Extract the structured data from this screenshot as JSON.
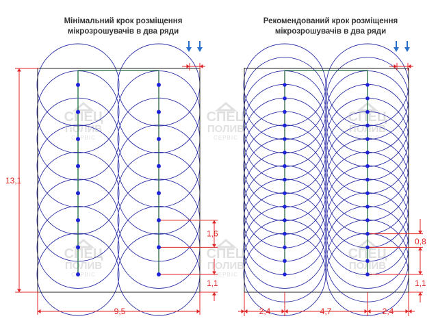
{
  "left_panel": {
    "title_line1": "Мінімальний крок розміщення",
    "title_line2": "мікрозрошувачів в два ряди",
    "dim_height": "13,1",
    "dim_width": "9,5",
    "dim_step": "1,6",
    "dim_edge": "1,1",
    "emitters_per_row": 8,
    "rows": 2
  },
  "right_panel": {
    "title_line1": "Рекомендований крок розміщення",
    "title_line2": "мікрозрошувачів в два ряди",
    "dim_step": "0,8",
    "dim_edge": "1,1",
    "dim_left": "2,4",
    "dim_middle": "4,7",
    "dim_right": "2,4",
    "emitters_per_row": 15,
    "rows": 2
  },
  "watermark": {
    "line1": "СПЕЦ",
    "line2": "ПОЛИВ",
    "line3": "СЕРВІС"
  },
  "colors": {
    "circle": "#2b2fa6",
    "emitter": "#1e22d8",
    "dimension": "#e02020",
    "pipe": "#1f6b3c",
    "arrow": "#2a6fc9",
    "watermark": "#c8c8c8"
  }
}
